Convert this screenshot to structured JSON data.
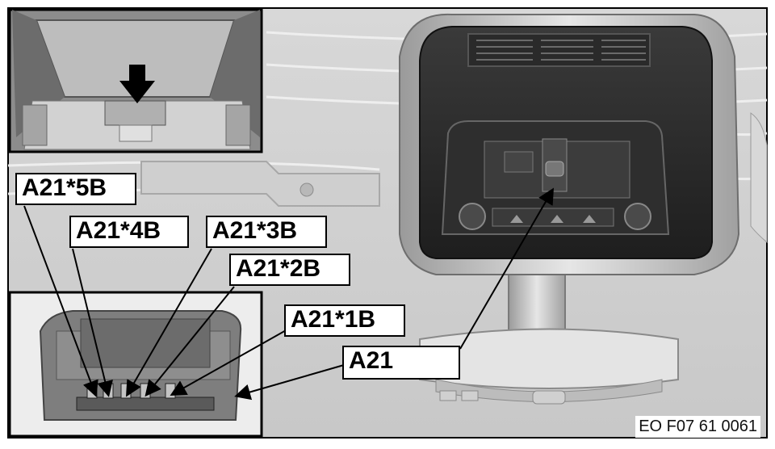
{
  "labels": {
    "a21_5b": "A21*5B",
    "a21_4b": "A21*4B",
    "a21_3b": "A21*3B",
    "a21_2b": "A21*2B",
    "a21_1b": "A21*1B",
    "a21": "A21"
  },
  "doc_code": "EO F07 61 0061"
}
